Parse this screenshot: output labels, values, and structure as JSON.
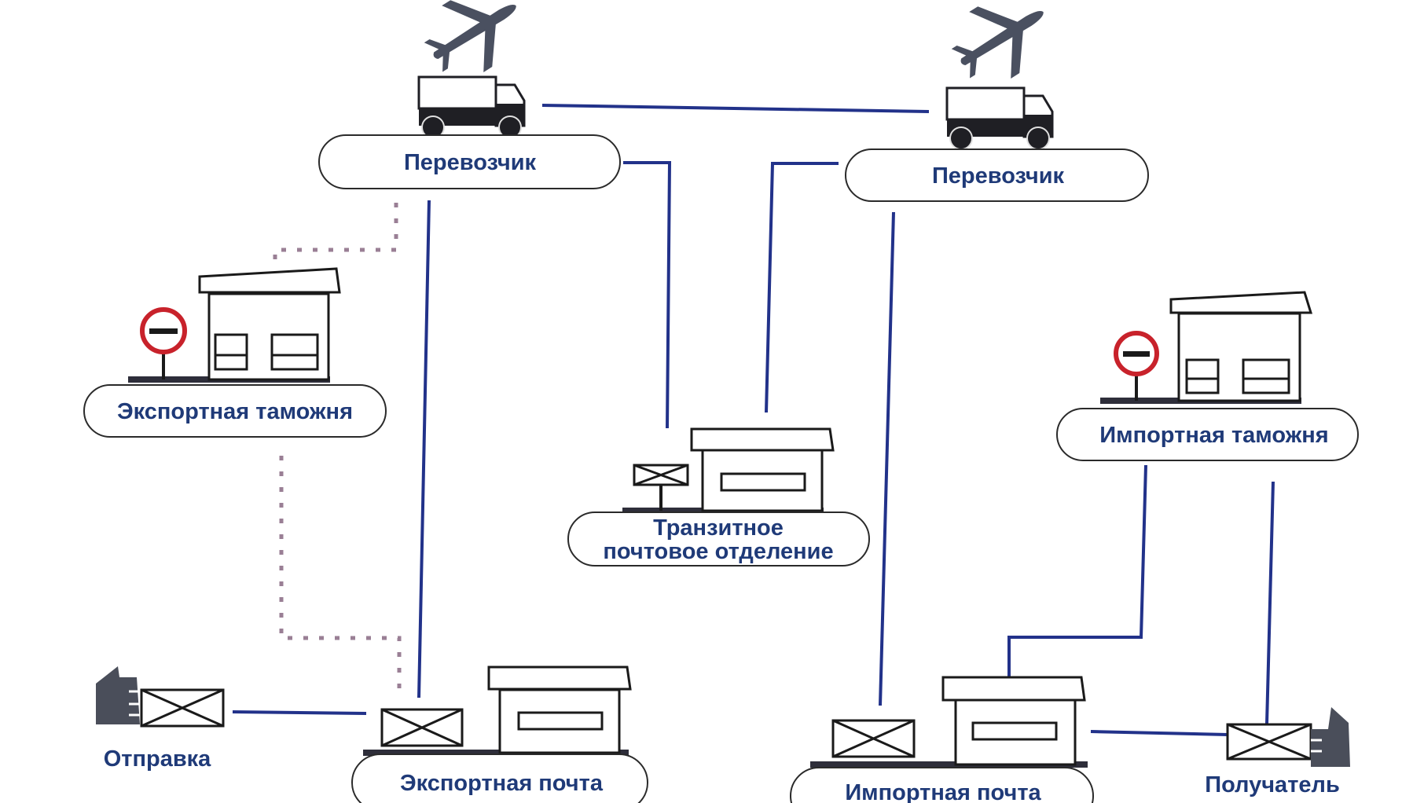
{
  "nodes": {
    "carrier_left": "Перевозчик",
    "carrier_right": "Перевозчик",
    "export_customs": "Экспортная таможня",
    "import_customs": "Импортная таможня",
    "transit_office_line1": "Транзитное",
    "transit_office_line2": "почтовое отделение",
    "export_post": "Экспортная почта",
    "import_post": "Импортная почта",
    "sending": "Отправка",
    "recipient": "Получатель"
  },
  "icons": {
    "plane": "airplane-icon",
    "truck": "truck-icon",
    "building": "post-building-icon",
    "customs_sign": "no-entry-sign-icon",
    "envelope": "envelope-icon",
    "hand": "hand-icon"
  },
  "colors": {
    "line": "#22328a",
    "label": "#1f3a78",
    "dotted": "#9a7f95",
    "sign": "#c8222b"
  }
}
